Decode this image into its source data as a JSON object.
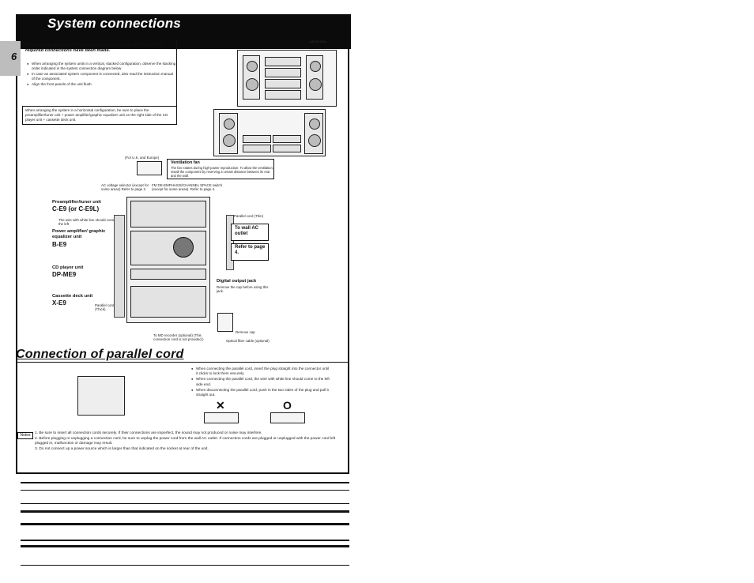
{
  "header": {
    "title": "System connections"
  },
  "page_number": "6",
  "model_code": "UD-E9 (E4)",
  "warning": {
    "title": "Do not plug the power cord into the power outlet until all of the required connections have been made."
  },
  "bullets": [
    "When arranging the system units in a vertical, stacked configuration, observe the stacking order indicated in the system connection diagram below.",
    "In case an associated system component is connected, also read the instruction manual of the component.",
    "Align the front panels of the unit flush."
  ],
  "horizontal_note": "When arranging the system in a horizontal configuration, be sure to place the preamplifier/tuner unit + power amplifier/graphic equalizer unit on the right side of the CD player unit + cassette deck unit.",
  "diagram": {
    "for_uk": "(For U.K. and Europe)",
    "ventilation_title": "Ventilation fan",
    "ventilation_text": "The fan rotates during high-power reproduction. To allow the ventilation, install the component by reserving a certain distance between its rear and the wall.",
    "ac_selector": "AC voltage selector (except for some areas) Refer to page 2.",
    "fm_switch": "FM DE-EMPHASIS/CHANNEL SPACE switch (except for some areas). Refer to page 4.",
    "preamp_label": "Preamplifier/tuner unit",
    "preamp_model": "C-E9 (or C-E9L)",
    "white_line_note": "The wire with white line should come to the left",
    "power_amp_label": "Power amplifier/ graphic equalizer unit",
    "power_amp_model": "B-E9",
    "cd_label": "CD player unit",
    "cd_model": "DP-ME9",
    "cassette_label": "Cassette deck unit",
    "cassette_model": "X-E9",
    "parallel_thick": "Parallel cord (Thick)",
    "parallel_thin": "Parallel cord (Thin)",
    "to_wall": "To wall AC outlet",
    "refer_page4": "Refer to page 4.",
    "digital_title": "Digital output jack",
    "digital_text": "Remove the cap before using this jack.",
    "remove_cap": "Remove cap",
    "optical_cable": "Optical fiber cable (optional)",
    "md_recorder": "To MD recorder (optional) (This connection cord is not provided.)"
  },
  "section2": {
    "title": "Connection of parallel cord",
    "bullets": [
      "When connecting the parallel cord, insert the plug straight into the connector until it clicks to lock them securely.",
      "When connecting the parallel cord, the wire with white line should come to the left side end.",
      "When disconnecting the parallel cord, push in the two sides of the plug and pull it straight out."
    ],
    "wrong_mark": "✕",
    "right_mark": "O"
  },
  "notes": {
    "label": "Notes",
    "items": [
      "1. Be sure to insert all connection cords securely. If their connections are imperfect, the sound may not produced or noise may interfere.",
      "2. Before plugging or unplugging a connection cord, be sure to unplug the power cord from the wall AC outlet. If connection cords are plugged or unplugged with the power cord left plugged in, malfunction or damage may result.",
      "3. Do not connect up a power source which is larger than that indicated on the socket at rear of the unit."
    ]
  },
  "colors": {
    "header_bg": "#0b0b0b",
    "page_bg": "#ffffff",
    "text": "#111111"
  }
}
